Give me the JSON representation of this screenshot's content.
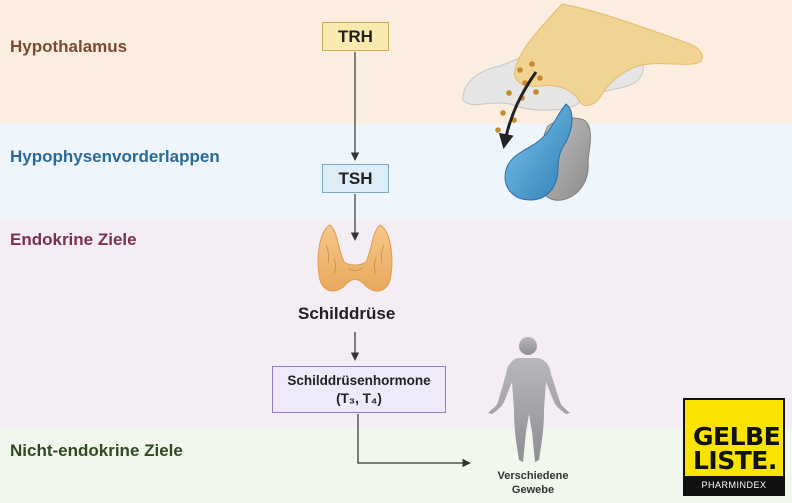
{
  "bands": {
    "hypothalamus": "Hypothalamus",
    "hypophyse": "Hypophysenvorderlappen",
    "endokrin": "Endokrine Ziele",
    "nicht_endokrin": "Nicht-endokrine Ziele"
  },
  "nodes": {
    "trh": "TRH",
    "tsh": "TSH",
    "schilddruese": "Schilddrüse",
    "hormone_line1": "Schilddrüsenhormone",
    "hormone_line2": "(T₃, T₄)",
    "gewebe_line1": "Verschiedene",
    "gewebe_line2": "Gewebe"
  },
  "logo": {
    "line1": "GELBE",
    "line2": "LISTE.",
    "bar": "PHARMINDEX"
  },
  "colors": {
    "trh_fill": "#fbeab0",
    "tsh_fill": "#dcedf7",
    "hormone_fill": "#eee9fb",
    "logo_yellow": "#f9e300"
  }
}
